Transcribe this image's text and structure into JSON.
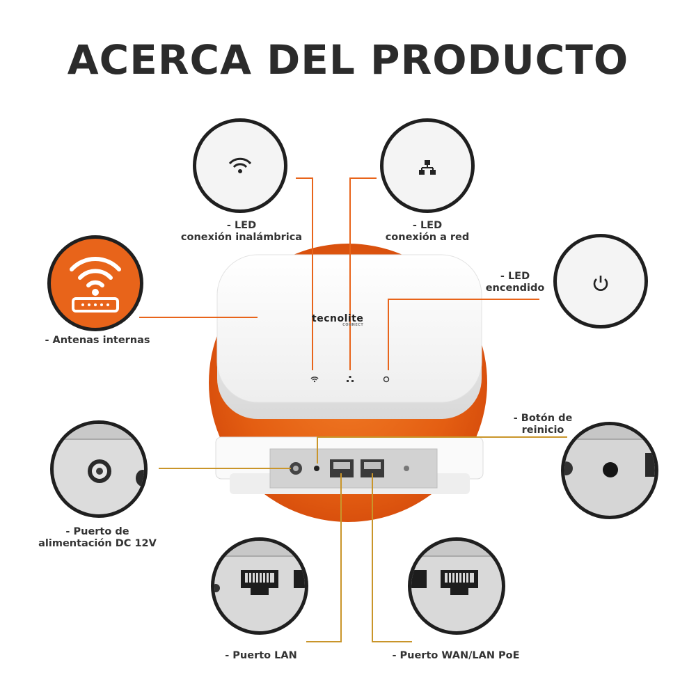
{
  "title": "ACERCA DEL PRODUCTO",
  "brand": {
    "name": "tecnolite",
    "sub": "CONNECT"
  },
  "colors": {
    "accent": "#e8641a",
    "outline": "#1f1f1f",
    "leader_orange": "#e8641a",
    "leader_gold": "#c9952a"
  },
  "features": [
    {
      "line1": "- LED",
      "line2": "conexión inalámbrica",
      "icon": "wifi-icon"
    },
    {
      "line1": "- LED",
      "line2": "conexión a red",
      "icon": "network-icon"
    },
    {
      "line1": "- LED",
      "line2": "encendido",
      "icon": "power-icon"
    },
    {
      "line1": "- Antenas internas",
      "line2": "",
      "icon": "router-wifi-icon"
    },
    {
      "line1": "- Botón de",
      "line2": "reinicio",
      "icon": "reset-button-detail"
    },
    {
      "line1": "- Puerto de",
      "line2": "alimentación DC 12V",
      "icon": "dc-port-detail"
    },
    {
      "line1": "- Puerto LAN",
      "line2": "",
      "icon": "lan-port-detail"
    },
    {
      "line1": "- Puerto WAN/LAN PoE",
      "line2": "",
      "icon": "wan-poe-port-detail"
    }
  ]
}
